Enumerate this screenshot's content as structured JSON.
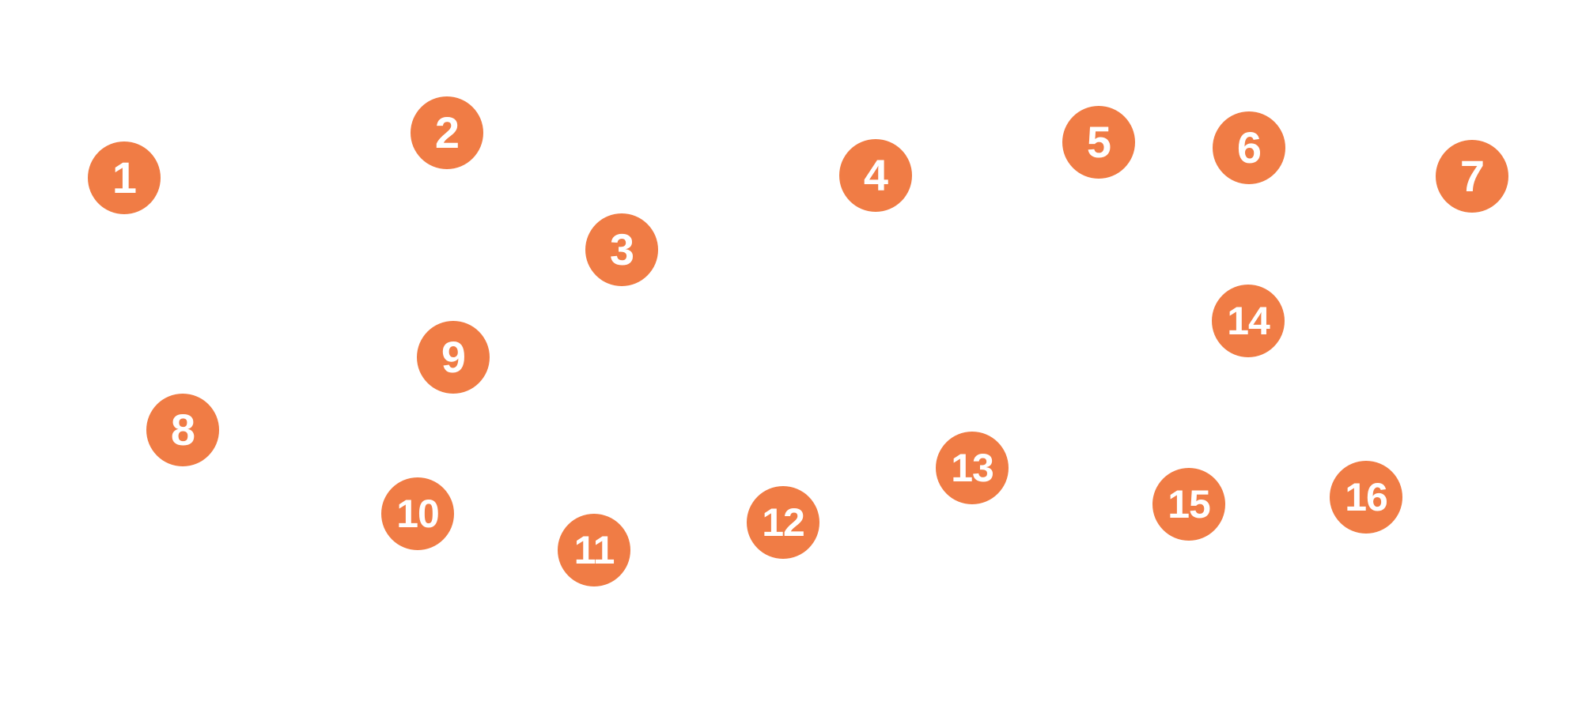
{
  "theme": {
    "badge_color": "#F07C45",
    "label_color": "#FFFFFF",
    "background": "#FFFFFF"
  },
  "markers": [
    {
      "label": "1"
    },
    {
      "label": "2"
    },
    {
      "label": "3"
    },
    {
      "label": "4"
    },
    {
      "label": "5"
    },
    {
      "label": "6"
    },
    {
      "label": "7"
    },
    {
      "label": "8"
    },
    {
      "label": "9"
    },
    {
      "label": "10"
    },
    {
      "label": "11"
    },
    {
      "label": "12"
    },
    {
      "label": "13"
    },
    {
      "label": "14"
    },
    {
      "label": "15"
    },
    {
      "label": "16"
    }
  ]
}
